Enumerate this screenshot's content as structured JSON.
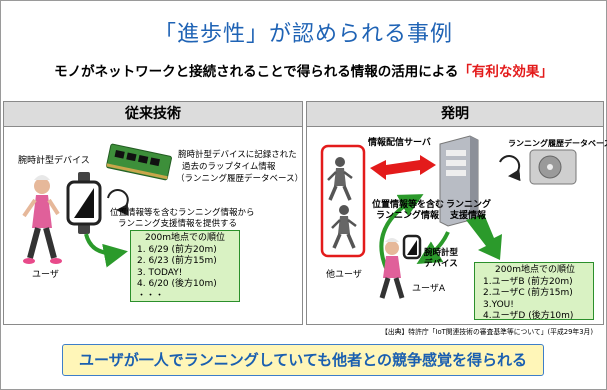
{
  "title": "「進歩性」が認められる事例",
  "subtitle": {
    "prefix": "モノがネットワークと接続されることで得られる情報の活用による",
    "highlight": "「有利な効果」"
  },
  "left_panel": {
    "heading": "従来技術",
    "device_label": "腕時計型デバイス",
    "memory_note": [
      "腕時計型デバイスに記録された",
      "過去のラップタイム情報",
      "（ランニング履歴データベース）"
    ],
    "provide_note": [
      "位置情報等を含むランニング情報から",
      "ランニング支援情報を提供する"
    ],
    "user_label": "ユーザ",
    "ranking": {
      "head": "200m地点での順位",
      "items": [
        "1. 6/29 (前方20m)",
        "2. 6/23 (前方15m)",
        "3. TODAY!",
        "4. 6/20 (後方10m)",
        "・・・"
      ]
    }
  },
  "right_panel": {
    "heading": "発明",
    "server_label": "情報配信サーバ",
    "db_label": "ランニング履歴データベース",
    "position_label": [
      "位置情報等を含む",
      "ランニング情報"
    ],
    "support_label": [
      "ランニング",
      "支援情報"
    ],
    "device_label": [
      "腕時計型",
      "デバイス"
    ],
    "other_user_label": "他ユーザ",
    "user_a_label": "ユーザA",
    "ranking": {
      "head": "200m地点での順位",
      "items": [
        "1.ユーザB (前方20m)",
        "2.ユーザC (前方15m)",
        "3.YOU!",
        "4.ユーザD (後方10m)"
      ]
    }
  },
  "source": "【出典】特許庁「IoT関連技術の審査基準等について」(平成29年3月)",
  "banner": "ユーザが一人でランニングしていても他者との競争感覚を得られる",
  "colors": {
    "title": "#1f63b5",
    "highlight": "#e31b1b",
    "banner_bg": "#fff6b8",
    "green_box": "#d9f2c3",
    "arrow_green": "#2b9a2b",
    "arrow_red": "#e31b1b"
  }
}
